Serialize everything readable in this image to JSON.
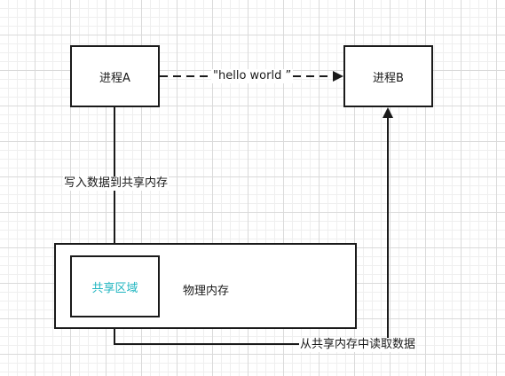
{
  "process_a": {
    "label": "进程A"
  },
  "process_b": {
    "label": "进程B"
  },
  "message": {
    "label": "\"hello world ”"
  },
  "write_edge": {
    "label": "写入数据到共享内存"
  },
  "physical_memory": {
    "label": "物理内存"
  },
  "shared_region": {
    "label": "共享区域",
    "color": "#1fb5c0"
  },
  "read_edge": {
    "label": "从共享内存中读取数据"
  }
}
